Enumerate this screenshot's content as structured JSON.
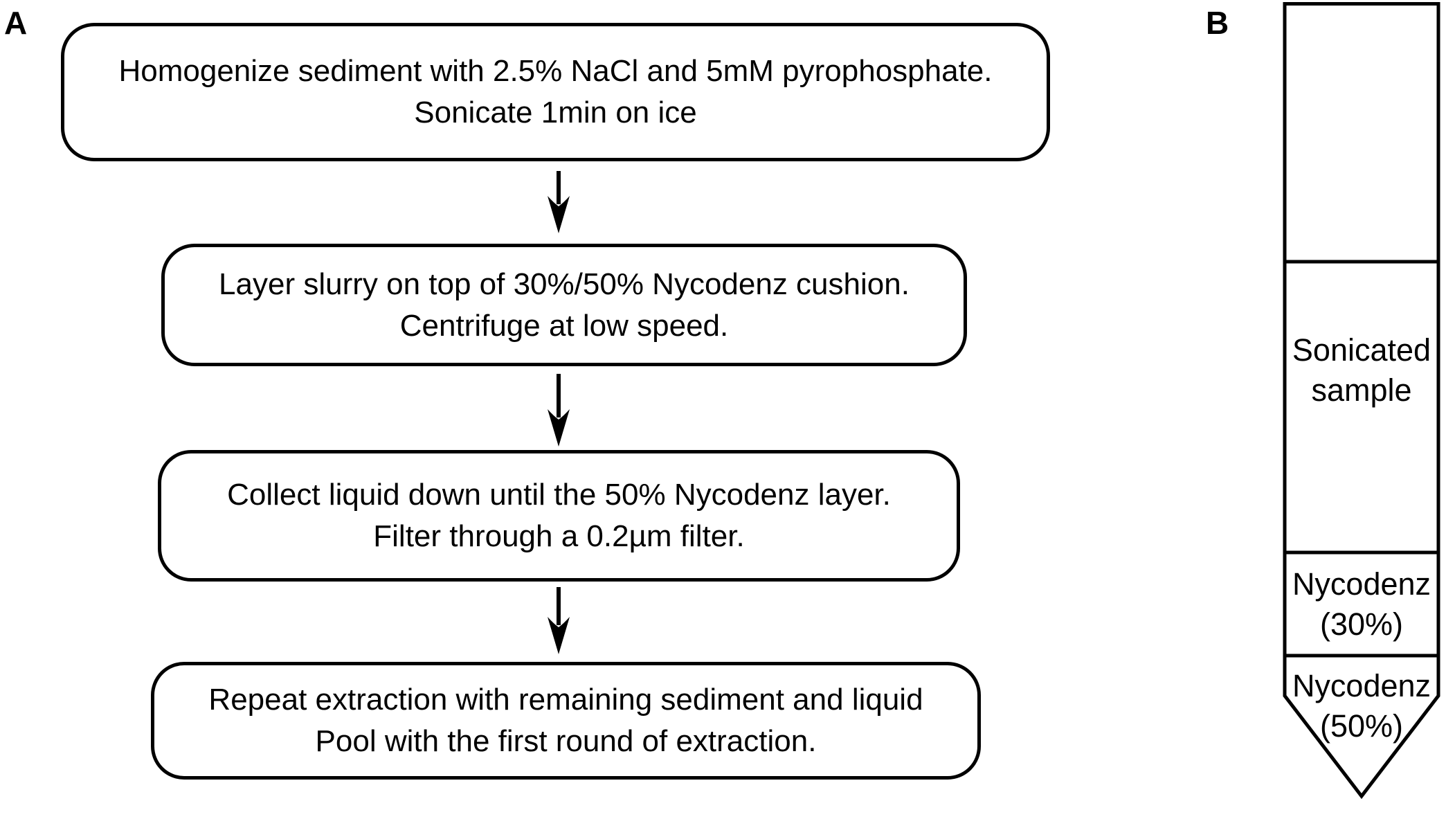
{
  "figure": {
    "background_color": "#ffffff",
    "ink_color": "#000000"
  },
  "panel_a": {
    "label": "A",
    "connector_icon": "down-arrow-icon",
    "steps": [
      {
        "line1": "Homogenize sediment with 2.5% NaCl and 5mM pyrophosphate.",
        "line2": "Sonicate 1min on ice"
      },
      {
        "line1": "Layer slurry on top of 30%/50% Nycodenz cushion.",
        "line2": "Centrifuge at low speed."
      },
      {
        "line1": "Collect liquid down until the 50% Nycodenz layer.",
        "line2": "Filter through a 0.2µm filter."
      },
      {
        "line1": "Repeat extraction with remaining sediment and liquid",
        "line2": "Pool with the first round of extraction."
      }
    ]
  },
  "panel_b": {
    "label": "B",
    "tube_sections": [
      {
        "name": "empty-top",
        "line1": "",
        "line2": ""
      },
      {
        "name": "sonicated-sample",
        "line1": "Sonicated",
        "line2": "sample"
      },
      {
        "name": "nycodenz-30",
        "line1": "Nycodenz",
        "line2": "(30%)"
      },
      {
        "name": "nycodenz-50",
        "line1": "Nycodenz",
        "line2": "(50%)"
      }
    ]
  }
}
